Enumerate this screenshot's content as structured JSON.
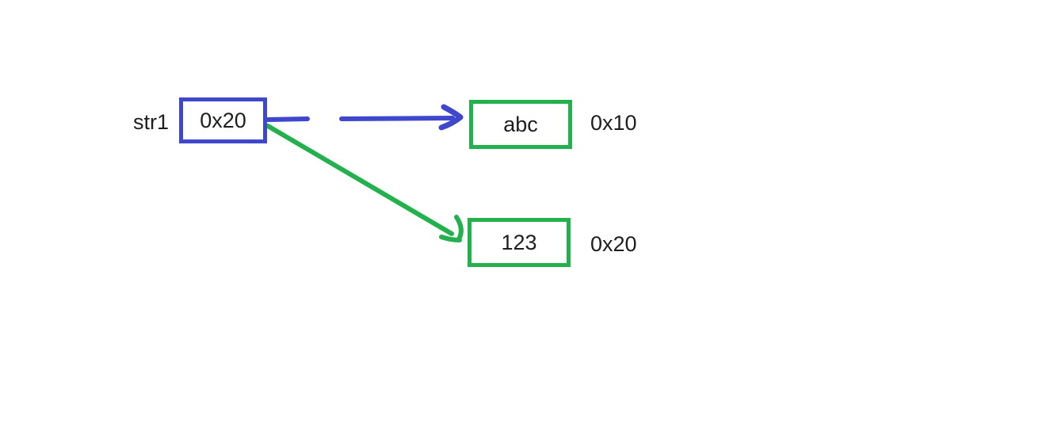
{
  "diagram": {
    "background_color": "#ffffff",
    "colors": {
      "pointer_blue": "#3f48cc",
      "target_green": "#22b14c",
      "text": "#1e1e1e"
    },
    "pointer": {
      "name": "str1",
      "value": "0x20"
    },
    "targets": [
      {
        "value": "abc",
        "address": "0x10"
      },
      {
        "value": "123",
        "address": "0x20"
      }
    ],
    "arrows": [
      {
        "name": "blue-arrow",
        "color": "#3f48cc",
        "style": "horizontal, broken segment then solid with arrowhead"
      },
      {
        "name": "green-arrow",
        "color": "#22b14c",
        "style": "diagonal solid with hooked arrowhead"
      }
    ]
  }
}
